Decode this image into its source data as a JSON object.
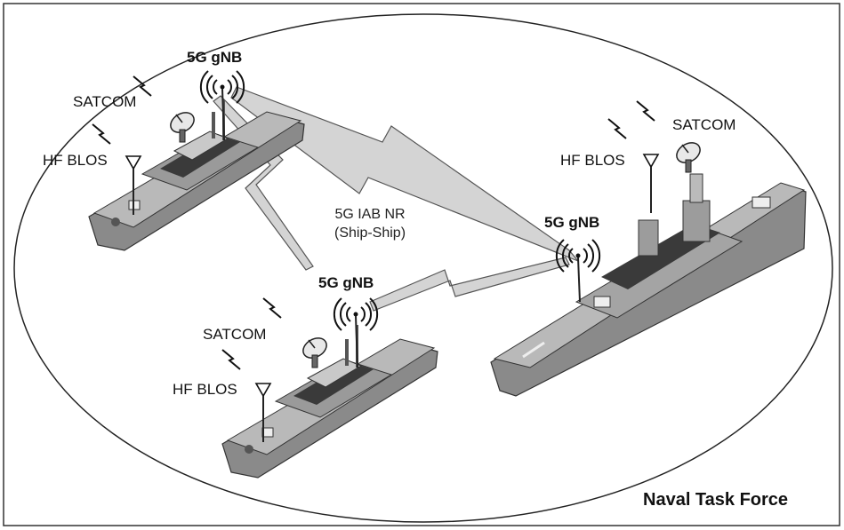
{
  "title": "Naval Task Force",
  "link_label_line1": "5G IAB NR",
  "link_label_line2": "(Ship-Ship)",
  "ships": [
    {
      "gnb": "5G gNB",
      "satcom": "SATCOM",
      "hf": "HF BLOS"
    },
    {
      "gnb": "5G gNB",
      "satcom": "SATCOM",
      "hf": "HF BLOS"
    },
    {
      "gnb": "5G gNB",
      "satcom": "SATCOM",
      "hf": "HF BLOS"
    }
  ],
  "colors": {
    "link_fill": "#d4d4d4",
    "hull": "#8a8a8a",
    "deck": "#b9b9b9",
    "dark": "#3a3a3a"
  }
}
